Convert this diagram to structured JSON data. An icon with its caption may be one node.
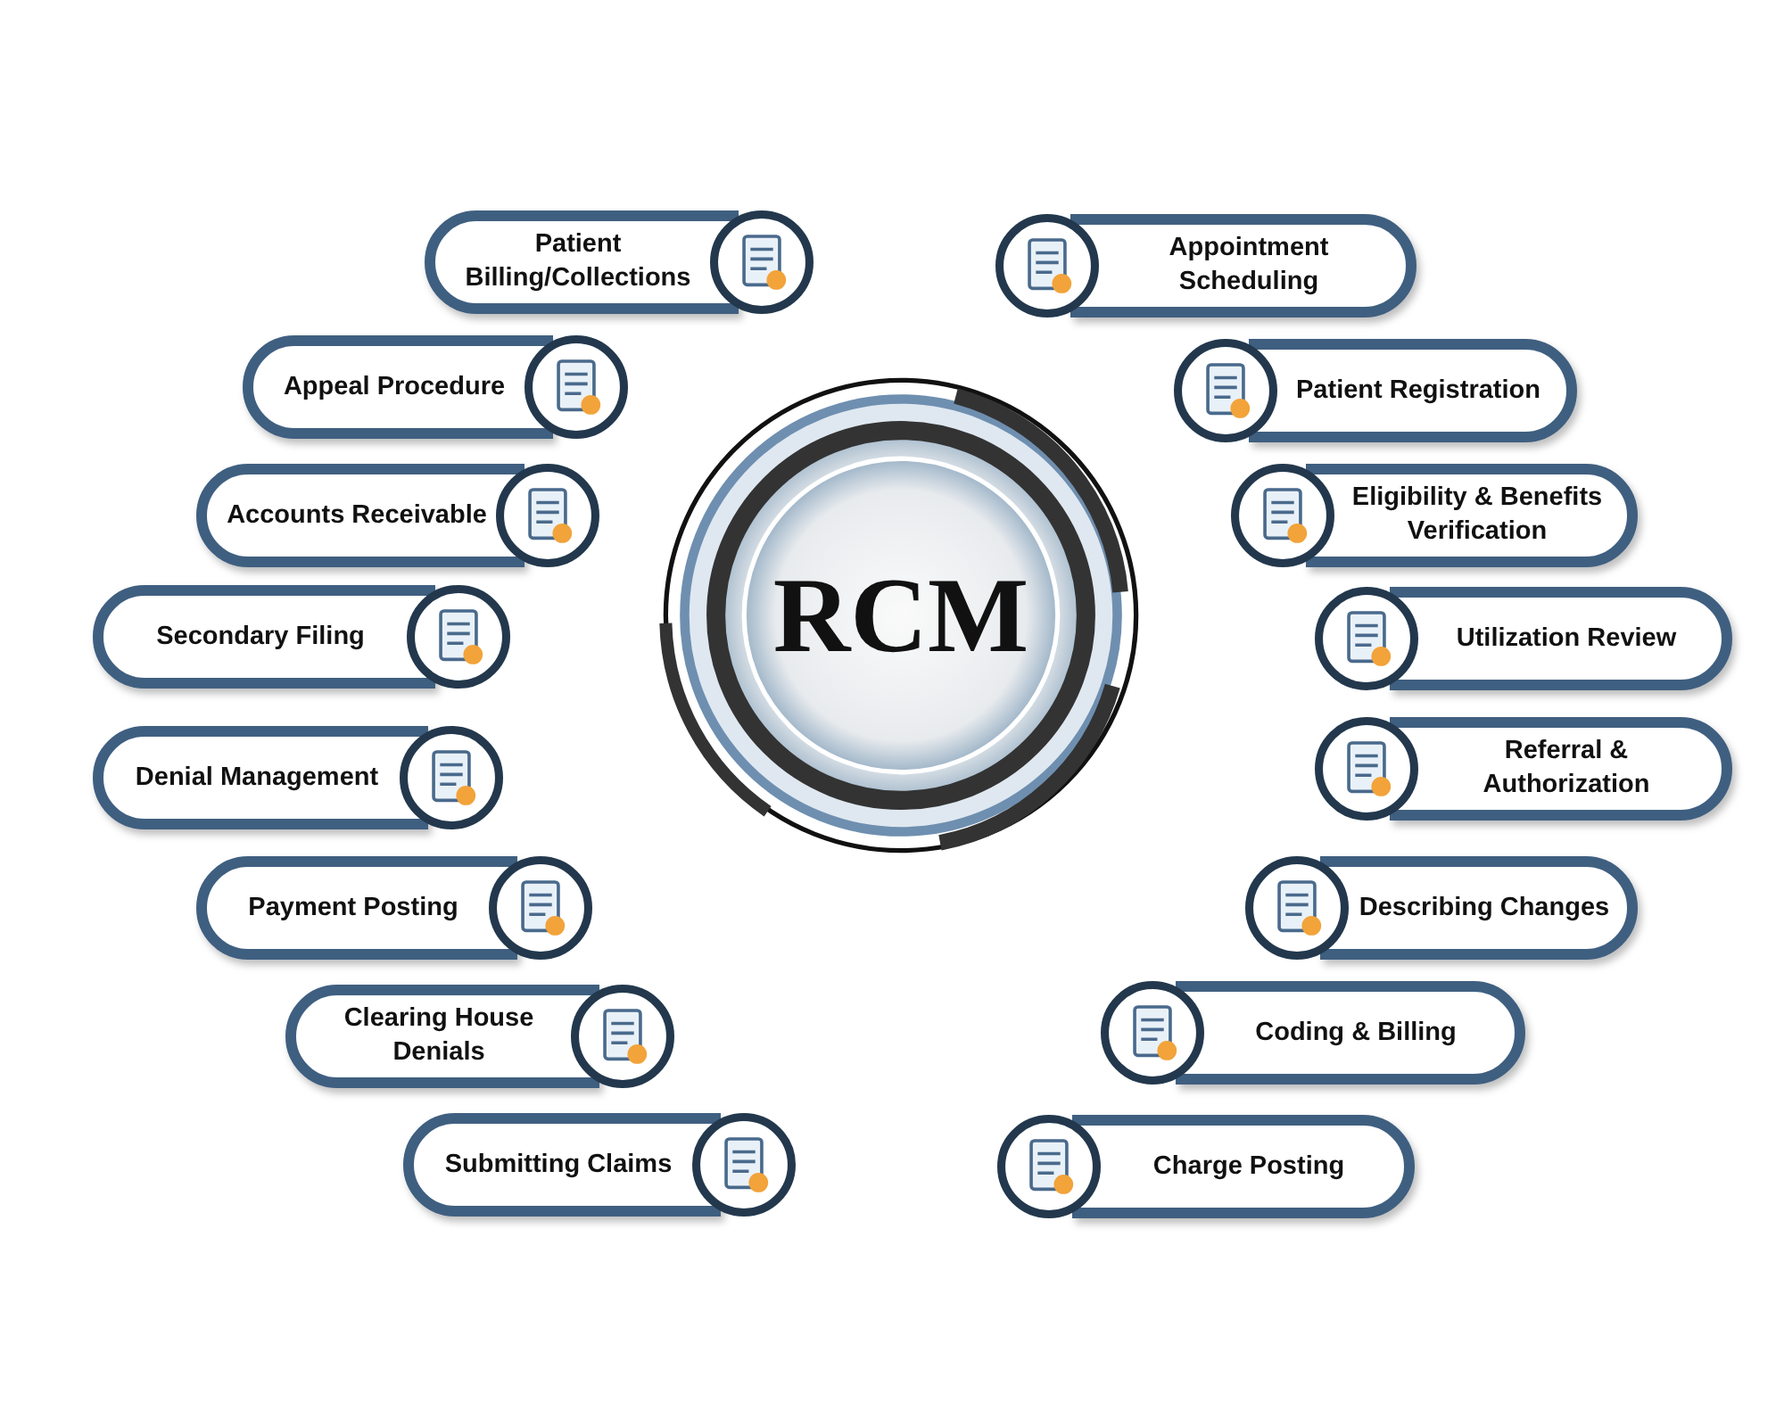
{
  "diagram": {
    "nodes": [
      {
        "text": [
          "RCM"
        ]
      },
      {
        "text": [
          "Appointment Scheduling"
        ]
      },
      {
        "text": [
          "Patient Registration"
        ]
      },
      {
        "text": [
          "Eligibility & Benefits Verification"
        ]
      },
      {
        "text": [
          "Utilization Review"
        ]
      },
      {
        "text": [
          "Referral & Authorization"
        ]
      },
      {
        "text": [
          "Describing Changes"
        ]
      },
      {
        "text": [
          "Coding & Billing"
        ]
      },
      {
        "text": [
          "Charge Posting"
        ]
      },
      {
        "text": [
          "Submitting Claims"
        ]
      },
      {
        "text": [
          "Clearing House Denials"
        ]
      },
      {
        "text": [
          "Payment Posting"
        ]
      },
      {
        "text": [
          "Denial Management"
        ]
      },
      {
        "text": [
          "Secondary Filing"
        ]
      },
      {
        "text": [
          "Accounts Receivable"
        ]
      },
      {
        "text": [
          "Appeal Procedure"
        ]
      },
      {
        "text": [
          "Patient Billing/Collections"
        ]
      }
    ],
    "edges": []
  }
}
